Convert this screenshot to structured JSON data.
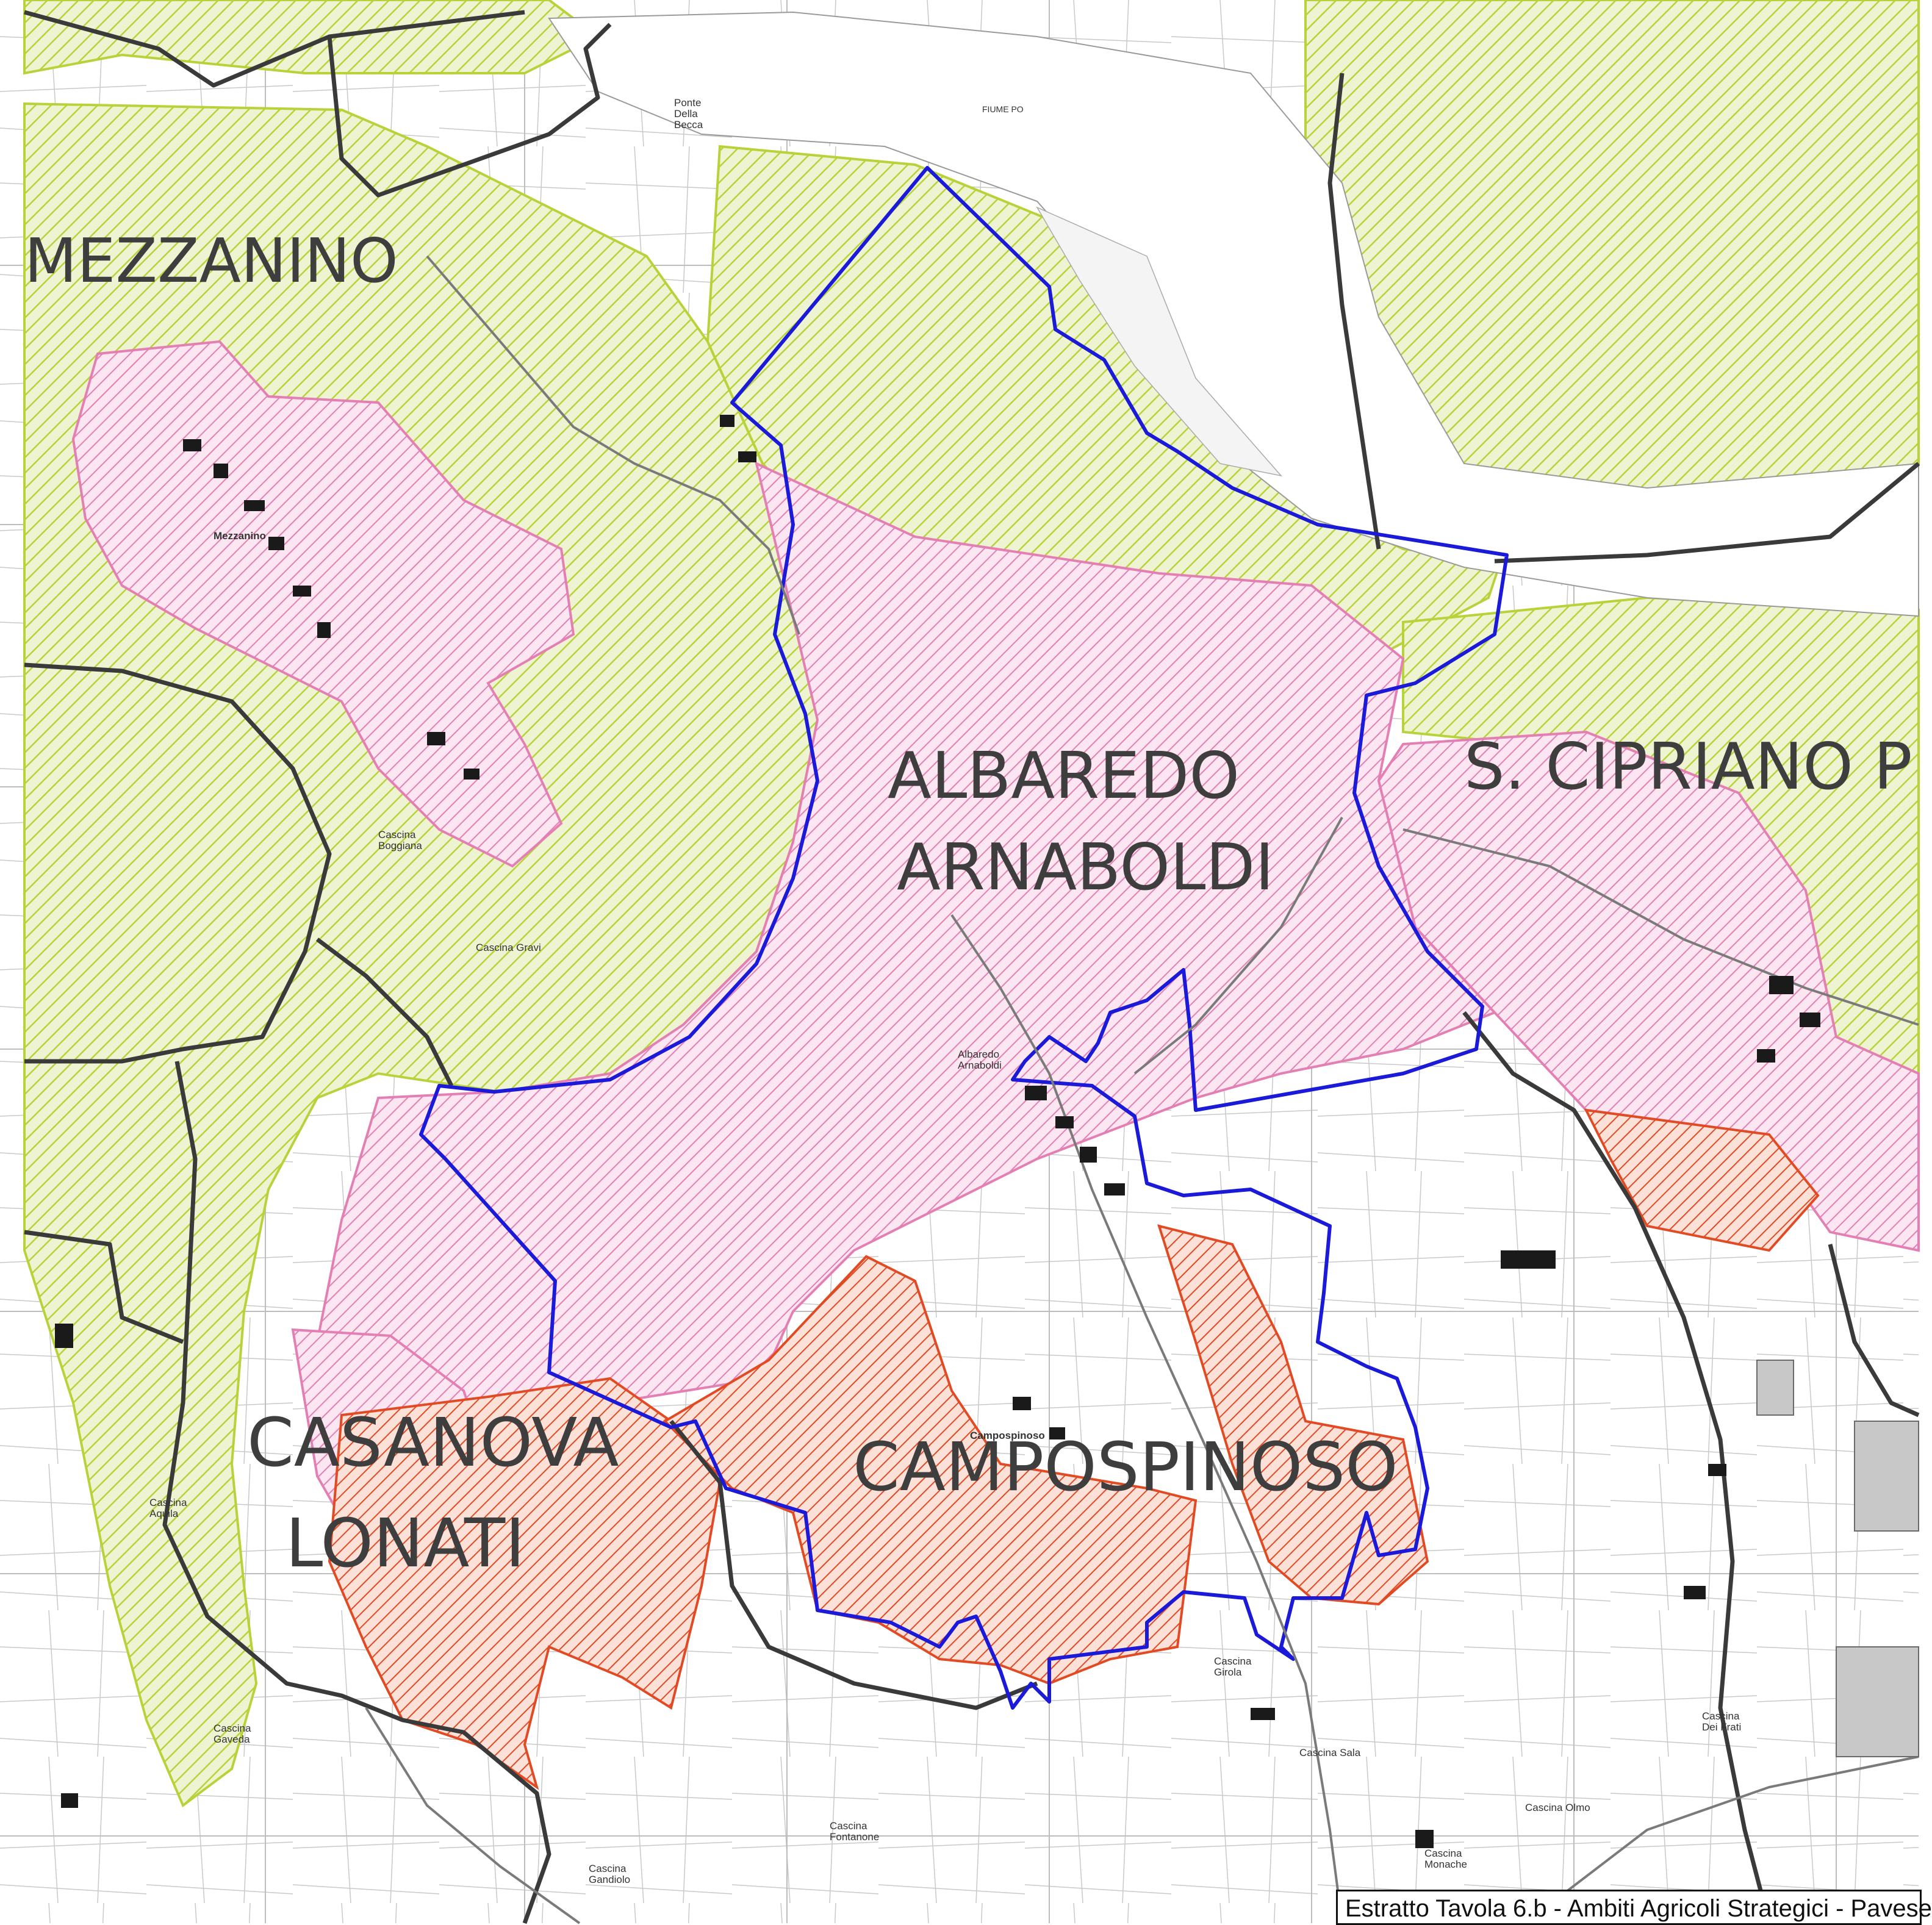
{
  "map": {
    "municipalities": [
      {
        "id": "mezzanino",
        "lines": [
          "MEZZANINO"
        ]
      },
      {
        "id": "albaredo",
        "lines": [
          "ALBAREDO",
          "ARNABOLDI"
        ]
      },
      {
        "id": "cipriano",
        "lines": [
          "S. CIPRIANO P"
        ]
      },
      {
        "id": "casanova",
        "lines": [
          "CASANOVA",
          "LONATI"
        ]
      },
      {
        "id": "campospinoso",
        "lines": [
          "CAMPOSPINOSO"
        ]
      }
    ],
    "town_labels": [
      {
        "id": "albaredo-town",
        "lines": [
          "Albaredo",
          "Arnaboldi"
        ]
      },
      {
        "id": "campospinoso-town",
        "lines": [
          "Campospinoso"
        ]
      },
      {
        "id": "mezzanino-town",
        "lines": [
          "Mezzanino"
        ]
      },
      {
        "id": "cascina-gaveda",
        "lines": [
          "Cascina",
          "Gaveda"
        ]
      },
      {
        "id": "cascina-aquila",
        "lines": [
          "Cascina",
          "Aquila"
        ]
      },
      {
        "id": "cascina-gravi",
        "lines": [
          "Cascina Gravi"
        ]
      },
      {
        "id": "cascina-sala",
        "lines": [
          "Cascina Sala"
        ]
      },
      {
        "id": "cascina-dei-frati",
        "lines": [
          "Cascina",
          "Dei Frati"
        ]
      },
      {
        "id": "cascina-monache",
        "lines": [
          "Cascina",
          "Monache"
        ]
      },
      {
        "id": "cascina-fontanone",
        "lines": [
          "Cascina",
          "Fontanone"
        ]
      },
      {
        "id": "cascina-gandiolo",
        "lines": [
          "Cascina",
          "Gandiolo"
        ]
      },
      {
        "id": "cascina-girola",
        "lines": [
          "Cascina",
          "Girola"
        ]
      },
      {
        "id": "cascina-olmo",
        "lines": [
          "Cascina Olmo"
        ]
      },
      {
        "id": "cascina-boggiana",
        "lines": [
          "Cascina",
          "Boggiana"
        ]
      },
      {
        "id": "ponte-della-becca",
        "lines": [
          "Ponte",
          "Della",
          "Becca"
        ]
      },
      {
        "id": "fiume-po",
        "lines": [
          "FIUME PO"
        ]
      }
    ],
    "caption": "Estratto Tavola 6.b - Ambiti Agricoli Strategici - Pavese",
    "colors": {
      "agricultural_strategic_hatch": "#b8d23a",
      "pink_area_hatch": "#e47fb4",
      "red_area_hatch": "#e24a24",
      "municipal_border": "#3a3a3a",
      "study_area_border": "#1a1ad8",
      "river": "#ffffff",
      "label_text": "#3e3e3e"
    }
  }
}
